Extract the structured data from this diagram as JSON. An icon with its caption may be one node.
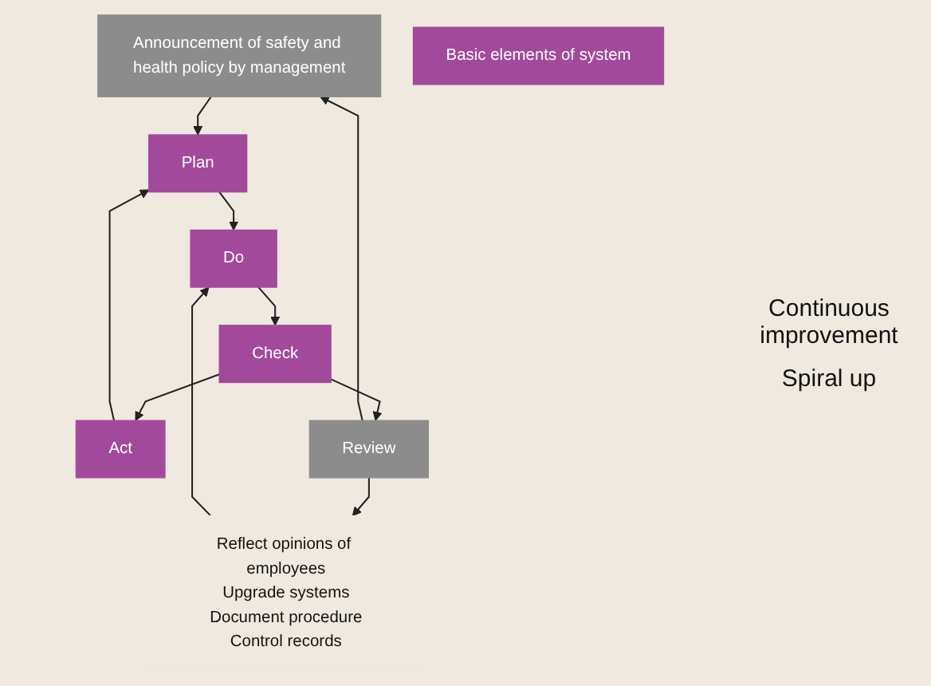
{
  "diagram": {
    "nodes": [
      {
        "text": [
          "Announcement of safety and health policy by management"
        ]
      },
      {
        "text": [
          "Plan"
        ]
      },
      {
        "text": [
          "Basic elements of system"
        ]
      },
      {
        "text": [
          "Reflect opinions of employees",
          "Upgrade systems",
          "Document procedure",
          "Control records"
        ]
      },
      {
        "text": [
          "Act"
        ]
      },
      {
        "text": [
          "Do"
        ]
      },
      {
        "text": [
          "Check"
        ]
      },
      {
        "text": [
          "Review"
        ]
      }
    ],
    "edges": [
      {
        "from": 0,
        "to": 1,
        "arrow": "to"
      },
      {
        "from": 1,
        "to": 5,
        "arrow": "to"
      },
      {
        "from": 5,
        "to": 6,
        "arrow": "to"
      },
      {
        "from": 6,
        "to": 4,
        "arrow": "to"
      },
      {
        "from": 4,
        "to": 1,
        "arrow": "to"
      },
      {
        "from": 6,
        "to": 7,
        "arrow": "to"
      },
      {
        "from": 7,
        "to": 0,
        "arrow": "to"
      },
      {
        "from": 7,
        "to": 3,
        "arrow": "to"
      },
      {
        "from": 3,
        "to": 5,
        "arrow": "to"
      }
    ],
    "labels": [
      "Continuous improvement",
      "Spiral up"
    ]
  }
}
